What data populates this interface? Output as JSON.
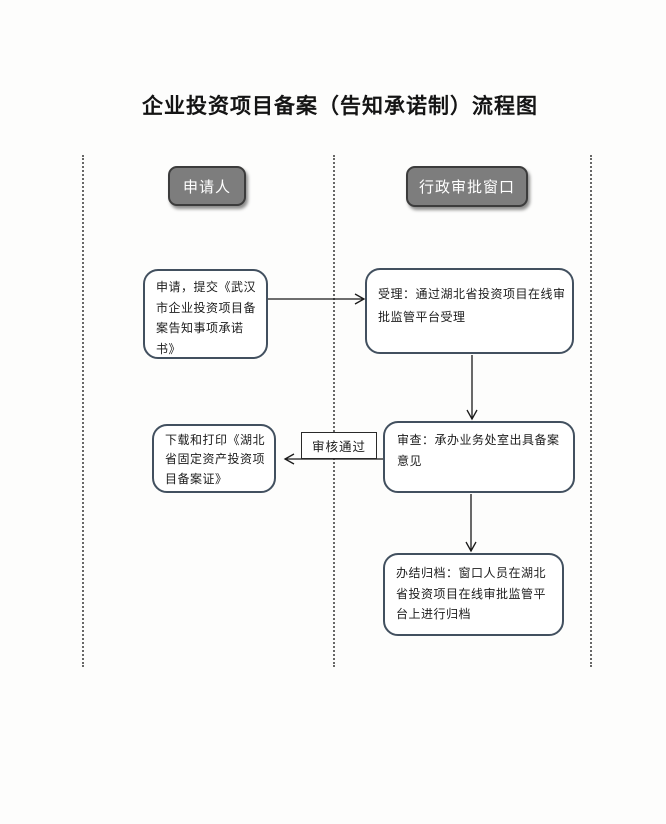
{
  "title": "企业投资项目备案（告知承诺制）流程图",
  "lanes": [
    {
      "label": "申请人"
    },
    {
      "label": "行政审批窗口"
    }
  ],
  "nodes": {
    "apply": {
      "text": "申请，提交《武汉市企业投资项目备案告知事项承诺书》"
    },
    "accept": {
      "text": "受理：通过湖北省投资项目在线审批监管平台受理"
    },
    "review": {
      "text": "审查：承办业务处室出具备案意见"
    },
    "download": {
      "text": "下载和打印《湖北省固定资产投资项目备案证》"
    },
    "archive": {
      "text": "办结归档：窗口人员在湖北省投资项目在线审批监管平台上进行归档"
    }
  },
  "edges": [
    {
      "from": "apply",
      "to": "accept",
      "label": ""
    },
    {
      "from": "accept",
      "to": "review",
      "label": ""
    },
    {
      "from": "review",
      "to": "download",
      "label": "审核通过"
    },
    {
      "from": "review",
      "to": "archive",
      "label": ""
    }
  ],
  "colors": {
    "lane_header_fill": "#7d7d7d",
    "lane_header_border": "#3c3c3c",
    "node_border": "#42505f",
    "arrow": "#1a1a1a",
    "text": "#1c1c1c"
  }
}
